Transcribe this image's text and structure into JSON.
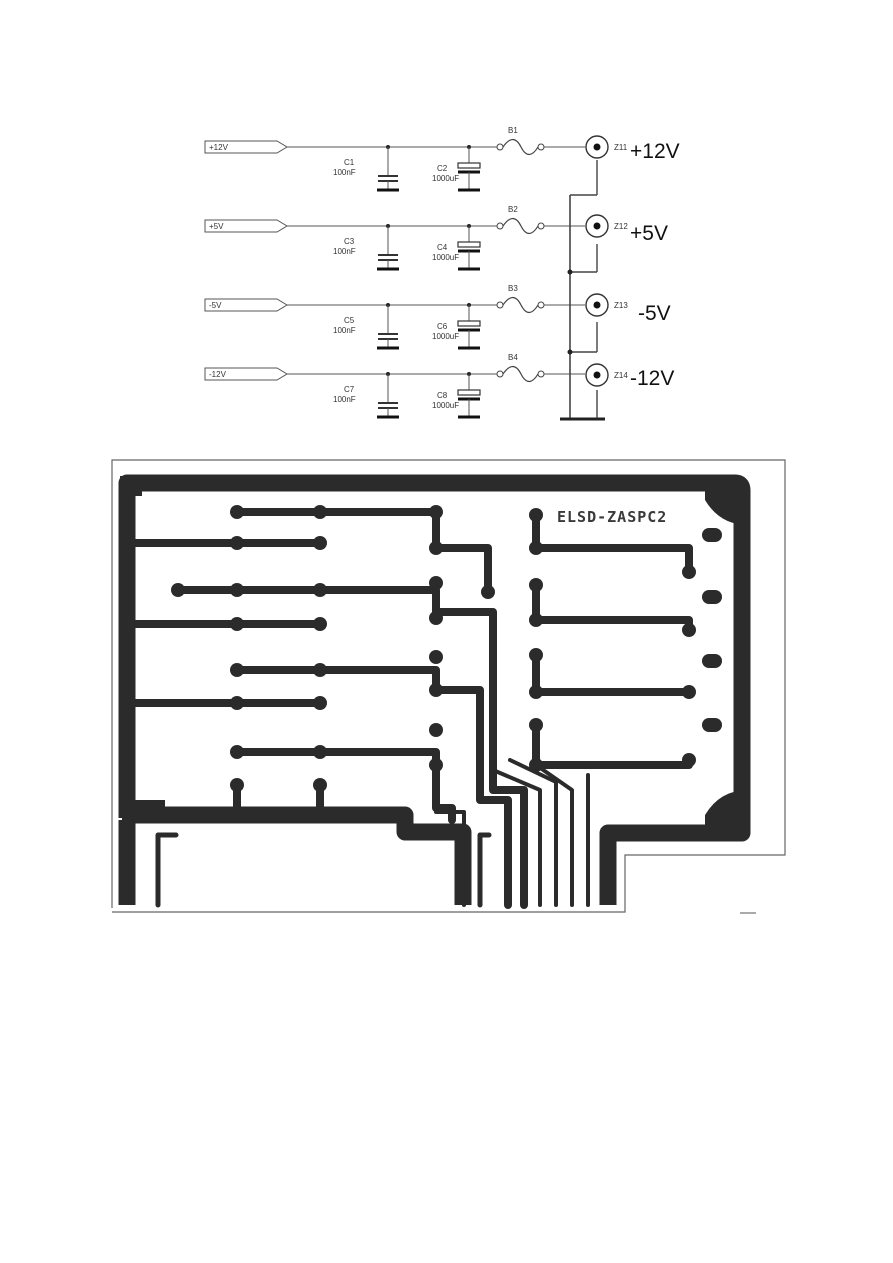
{
  "schematic": {
    "rails": [
      {
        "input": "+12V",
        "cap_small": "C1",
        "cap_small_value": "100nF",
        "cap_big": "C2",
        "cap_big_value": "1000uF",
        "fuse": "B1",
        "connector": "Z11",
        "output": "+12V"
      },
      {
        "input": "+5V",
        "cap_small": "C3",
        "cap_small_value": "100nF",
        "cap_big": "C4",
        "cap_big_value": "1000uF",
        "fuse": "B2",
        "connector": "Z12",
        "output": "+5V"
      },
      {
        "input": "-5V",
        "cap_small": "C5",
        "cap_small_value": "100nF",
        "cap_big": "C6",
        "cap_big_value": "1000uF",
        "fuse": "B3",
        "connector": "Z13",
        "output": "-5V"
      },
      {
        "input": "-12V",
        "cap_small": "C7",
        "cap_small_value": "100nF",
        "cap_big": "C8",
        "cap_big_value": "1000uF",
        "fuse": "B4",
        "connector": "Z14",
        "output": "-12V"
      }
    ]
  },
  "pcb": {
    "label": "ELSD-ZASPC2",
    "colors": {
      "copper": "#2b2b2b",
      "board_outline": "#555555",
      "background": "#ffffff"
    }
  }
}
